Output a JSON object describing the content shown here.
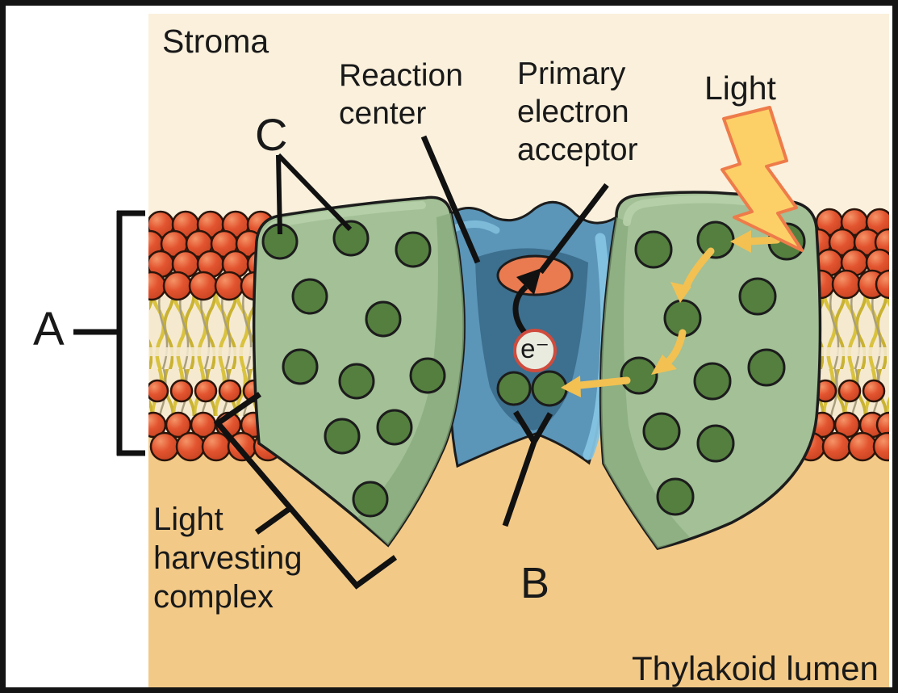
{
  "title": "Photosystem structure diagram",
  "labels": {
    "stroma": "Stroma",
    "reaction_center": "Reaction\ncenter",
    "primary_electron_acceptor": "Primary\nelectron\nacceptor",
    "light": "Light",
    "light_harvesting_complex": "Light\nharvesting\ncomplex",
    "thylakoid_lumen": "Thylakoid lumen",
    "electron": "e⁻",
    "marker_a": "A",
    "marker_b": "B",
    "marker_c": "C"
  },
  "icons": {
    "lightning_bolt": "light energy striking a pigment",
    "yellow_arrows": "energy transfer path between pigments",
    "black_arrow": "electron transfer to primary electron acceptor"
  },
  "colors": {
    "stroma_bg": "#faf0dc",
    "lumen_bg": "#f2c987",
    "tail_bg": "#f5ead0",
    "membrane_head": "#dd5531",
    "tail_yellow": "#d9c23e",
    "tail_yellow_dark": "#c9b232",
    "tail_gray": "#a99f7d",
    "complex_green": "#a3c096",
    "complex_green_dark": "#85a97a",
    "complex_green_light": "#b7d0aa",
    "pigment_green": "#547f3f",
    "rc_light": "#85c3e0",
    "rc_mid": "#5b95b8",
    "rc_dark": "#3d6f8e",
    "acceptor_orange": "#ea7a50",
    "arrow_yellow": "#f2c152",
    "electron_fill": "#e9ebdf",
    "electron_stroke": "#cf4b3d",
    "lightning_fill": "#fcd067",
    "lightning_stroke": "#ee7b4a",
    "outline": "#1c1c1c"
  }
}
